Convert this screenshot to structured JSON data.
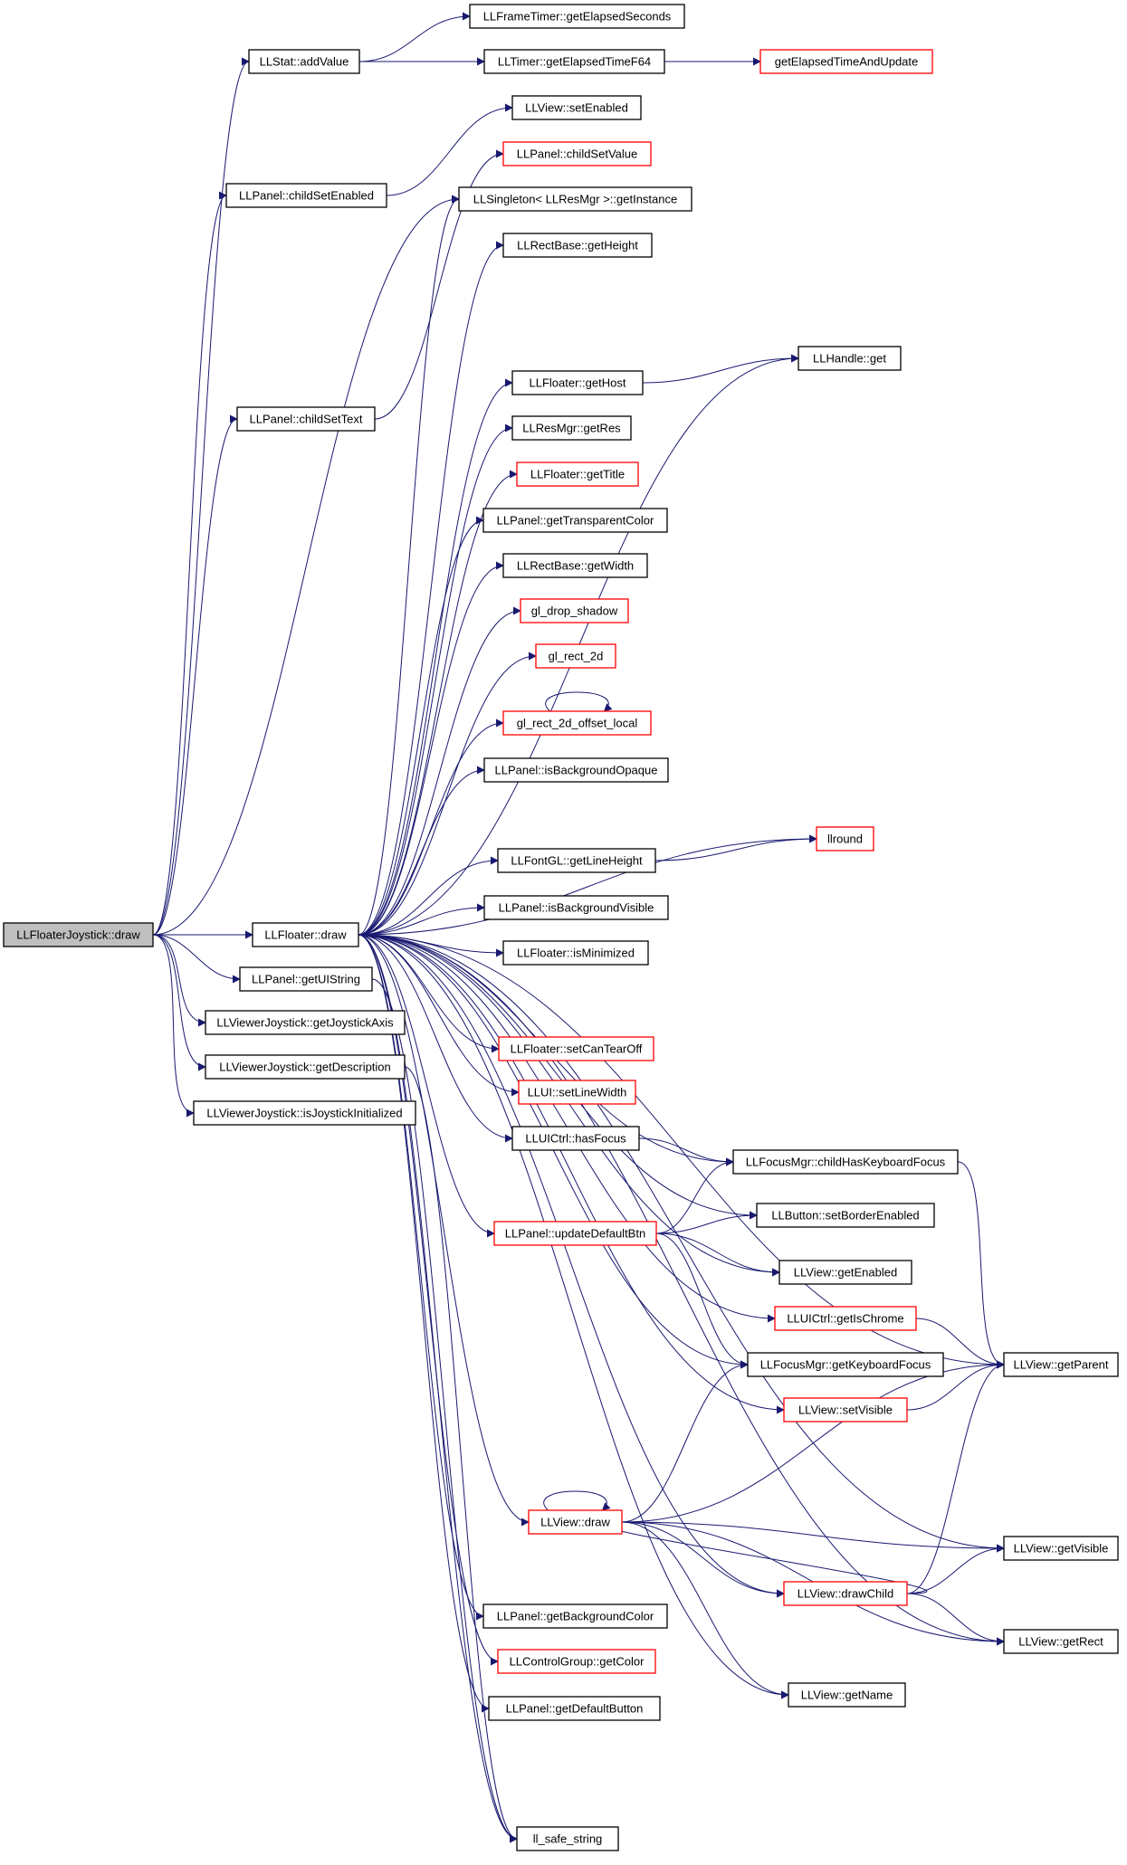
{
  "colors": {
    "edge": "#191970",
    "node_border_black": "#000000",
    "node_border_red": "#ff0000",
    "node_fill": "#ffffff",
    "root_fill": "#bfbfbf"
  },
  "nodes": [
    {
      "id": "root",
      "label": "LLFloaterJoystick::draw",
      "border": "black",
      "root": true
    },
    {
      "id": "stat_addvalue",
      "label": "LLStat::addValue",
      "border": "black"
    },
    {
      "id": "frametimer",
      "label": "LLFrameTimer::getElapsedSeconds",
      "border": "black"
    },
    {
      "id": "timerf64",
      "label": "LLTimer::getElapsedTimeF64",
      "border": "black"
    },
    {
      "id": "elapsedupdate",
      "label": "getElapsedTimeAndUpdate",
      "border": "red"
    },
    {
      "id": "view_setenabled",
      "label": "LLView::setEnabled",
      "border": "black"
    },
    {
      "id": "panel_childsetvalue",
      "label": "LLPanel::childSetValue",
      "border": "red"
    },
    {
      "id": "panel_childsetenabled",
      "label": "LLPanel::childSetEnabled",
      "border": "black"
    },
    {
      "id": "singleton",
      "label": "LLSingleton< LLResMgr >::getInstance",
      "border": "black"
    },
    {
      "id": "rect_getheight",
      "label": "LLRectBase::getHeight",
      "border": "black"
    },
    {
      "id": "floater_gethost",
      "label": "LLFloater::getHost",
      "border": "black"
    },
    {
      "id": "handle_get",
      "label": "LLHandle::get",
      "border": "black"
    },
    {
      "id": "panel_childsettext",
      "label": "LLPanel::childSetText",
      "border": "black"
    },
    {
      "id": "resmgr_getres",
      "label": "LLResMgr::getRes",
      "border": "black"
    },
    {
      "id": "floater_gettitle",
      "label": "LLFloater::getTitle",
      "border": "red"
    },
    {
      "id": "panel_transparent",
      "label": "LLPanel::getTransparentColor",
      "border": "black"
    },
    {
      "id": "rect_getwidth",
      "label": "LLRectBase::getWidth",
      "border": "black"
    },
    {
      "id": "gl_drop_shadow",
      "label": "gl_drop_shadow",
      "border": "red"
    },
    {
      "id": "gl_rect_2d",
      "label": "gl_rect_2d",
      "border": "red"
    },
    {
      "id": "gl_rect_offset",
      "label": "gl_rect_2d_offset_local",
      "border": "red"
    },
    {
      "id": "panel_bgopaque",
      "label": "LLPanel::isBackgroundOpaque",
      "border": "black"
    },
    {
      "id": "llround",
      "label": "llround",
      "border": "red"
    },
    {
      "id": "font_lineheight",
      "label": "LLFontGL::getLineHeight",
      "border": "black"
    },
    {
      "id": "floater_draw",
      "label": "LLFloater::draw",
      "border": "black"
    },
    {
      "id": "panel_bgvisible",
      "label": "LLPanel::isBackgroundVisible",
      "border": "black"
    },
    {
      "id": "floater_isminimized",
      "label": "LLFloater::isMinimized",
      "border": "black"
    },
    {
      "id": "panel_getuistring",
      "label": "LLPanel::getUIString",
      "border": "black"
    },
    {
      "id": "vj_getaxis",
      "label": "LLViewerJoystick::getJoystickAxis",
      "border": "black"
    },
    {
      "id": "floater_setcantearoff",
      "label": "LLFloater::setCanTearOff",
      "border": "red"
    },
    {
      "id": "vj_getdescription",
      "label": "LLViewerJoystick::getDescription",
      "border": "black"
    },
    {
      "id": "llui_setlinewidth",
      "label": "LLUI::setLineWidth",
      "border": "red"
    },
    {
      "id": "vj_isinit",
      "label": "LLViewerJoystick::isJoystickInitialized",
      "border": "black"
    },
    {
      "id": "uictrl_hasfocus",
      "label": "LLUICtrl::hasFocus",
      "border": "black"
    },
    {
      "id": "focus_childhaskb",
      "label": "LLFocusMgr::childHasKeyboardFocus",
      "border": "black"
    },
    {
      "id": "button_setborder",
      "label": "LLButton::setBorderEnabled",
      "border": "black"
    },
    {
      "id": "panel_updatedefault",
      "label": "LLPanel::updateDefaultBtn",
      "border": "red"
    },
    {
      "id": "view_getenabled",
      "label": "LLView::getEnabled",
      "border": "black"
    },
    {
      "id": "uictrl_getischrome",
      "label": "LLUICtrl::getIsChrome",
      "border": "red"
    },
    {
      "id": "focus_getkb",
      "label": "LLFocusMgr::getKeyboardFocus",
      "border": "black"
    },
    {
      "id": "view_getparent",
      "label": "LLView::getParent",
      "border": "black"
    },
    {
      "id": "view_setvisible",
      "label": "LLView::setVisible",
      "border": "red"
    },
    {
      "id": "view_draw",
      "label": "LLView::draw",
      "border": "red"
    },
    {
      "id": "view_getvisible",
      "label": "LLView::getVisible",
      "border": "black"
    },
    {
      "id": "view_drawchild",
      "label": "LLView::drawChild",
      "border": "red"
    },
    {
      "id": "panel_getbgcolor",
      "label": "LLPanel::getBackgroundColor",
      "border": "black"
    },
    {
      "id": "view_getrect",
      "label": "LLView::getRect",
      "border": "black"
    },
    {
      "id": "controlgroup_getcolor",
      "label": "LLControlGroup::getColor",
      "border": "red"
    },
    {
      "id": "panel_getdefaultbtn",
      "label": "LLPanel::getDefaultButton",
      "border": "black"
    },
    {
      "id": "view_getname",
      "label": "LLView::getName",
      "border": "black"
    },
    {
      "id": "ll_safe_string",
      "label": "ll_safe_string",
      "border": "black"
    }
  ],
  "edges": [
    [
      "root",
      "stat_addvalue"
    ],
    [
      "root",
      "panel_childsetenabled"
    ],
    [
      "root",
      "panel_childsettext"
    ],
    [
      "root",
      "singleton"
    ],
    [
      "root",
      "floater_draw"
    ],
    [
      "root",
      "panel_getuistring"
    ],
    [
      "root",
      "vj_getaxis"
    ],
    [
      "root",
      "vj_getdescription"
    ],
    [
      "root",
      "vj_isinit"
    ],
    [
      "stat_addvalue",
      "frametimer"
    ],
    [
      "stat_addvalue",
      "timerf64"
    ],
    [
      "timerf64",
      "elapsedupdate"
    ],
    [
      "panel_childsetenabled",
      "view_setenabled"
    ],
    [
      "panel_childsettext",
      "panel_childsetvalue"
    ],
    [
      "floater_draw",
      "singleton"
    ],
    [
      "floater_draw",
      "rect_getheight"
    ],
    [
      "floater_draw",
      "handle_get"
    ],
    [
      "floater_draw",
      "floater_gethost"
    ],
    [
      "floater_draw",
      "resmgr_getres"
    ],
    [
      "floater_draw",
      "floater_gettitle"
    ],
    [
      "floater_draw",
      "panel_transparent"
    ],
    [
      "floater_draw",
      "rect_getwidth"
    ],
    [
      "floater_draw",
      "gl_drop_shadow"
    ],
    [
      "floater_draw",
      "gl_rect_2d"
    ],
    [
      "floater_draw",
      "gl_rect_offset"
    ],
    [
      "floater_draw",
      "panel_bgopaque"
    ],
    [
      "floater_draw",
      "llround"
    ],
    [
      "floater_draw",
      "font_lineheight"
    ],
    [
      "floater_draw",
      "panel_bgvisible"
    ],
    [
      "floater_draw",
      "floater_isminimized"
    ],
    [
      "floater_draw",
      "focus_childhaskb"
    ],
    [
      "floater_draw",
      "floater_setcantearoff"
    ],
    [
      "floater_draw",
      "llui_setlinewidth"
    ],
    [
      "floater_draw",
      "uictrl_hasfocus"
    ],
    [
      "floater_draw",
      "button_setborder"
    ],
    [
      "floater_draw",
      "panel_updatedefault"
    ],
    [
      "floater_draw",
      "view_getenabled"
    ],
    [
      "floater_draw",
      "uictrl_getischrome"
    ],
    [
      "floater_draw",
      "focus_getkb"
    ],
    [
      "floater_draw",
      "view_setvisible"
    ],
    [
      "floater_draw",
      "view_getvisible"
    ],
    [
      "floater_draw",
      "view_draw"
    ],
    [
      "floater_draw",
      "view_drawchild"
    ],
    [
      "floater_draw",
      "panel_getbgcolor"
    ],
    [
      "floater_draw",
      "controlgroup_getcolor"
    ],
    [
      "floater_draw",
      "panel_getdefaultbtn"
    ],
    [
      "floater_draw",
      "view_getname"
    ],
    [
      "floater_draw",
      "view_getrect"
    ],
    [
      "floater_draw",
      "view_getparent"
    ],
    [
      "floater_draw",
      "ll_safe_string"
    ],
    [
      "floater_gethost",
      "handle_get"
    ],
    [
      "font_lineheight",
      "llround"
    ],
    [
      "gl_rect_offset",
      "gl_rect_offset"
    ],
    [
      "uictrl_hasfocus",
      "focus_childhaskb"
    ],
    [
      "focus_childhaskb",
      "view_getparent"
    ],
    [
      "panel_updatedefault",
      "focus_childhaskb"
    ],
    [
      "panel_updatedefault",
      "button_setborder"
    ],
    [
      "panel_updatedefault",
      "view_getenabled"
    ],
    [
      "panel_updatedefault",
      "focus_getkb"
    ],
    [
      "uictrl_getischrome",
      "view_getparent"
    ],
    [
      "view_setvisible",
      "view_getparent"
    ],
    [
      "view_draw",
      "view_draw"
    ],
    [
      "view_draw",
      "focus_getkb"
    ],
    [
      "view_draw",
      "view_getparent"
    ],
    [
      "view_draw",
      "view_getvisible"
    ],
    [
      "view_draw",
      "view_drawchild"
    ],
    [
      "view_draw",
      "view_getrect"
    ],
    [
      "view_draw",
      "view_getname"
    ],
    [
      "view_drawchild",
      "view_draw"
    ],
    [
      "view_drawchild",
      "view_getvisible"
    ],
    [
      "view_drawchild",
      "view_getrect"
    ],
    [
      "view_drawchild",
      "view_getparent"
    ],
    [
      "panel_getuistring",
      "ll_safe_string"
    ],
    [
      "vj_getdescription",
      "ll_safe_string"
    ]
  ]
}
